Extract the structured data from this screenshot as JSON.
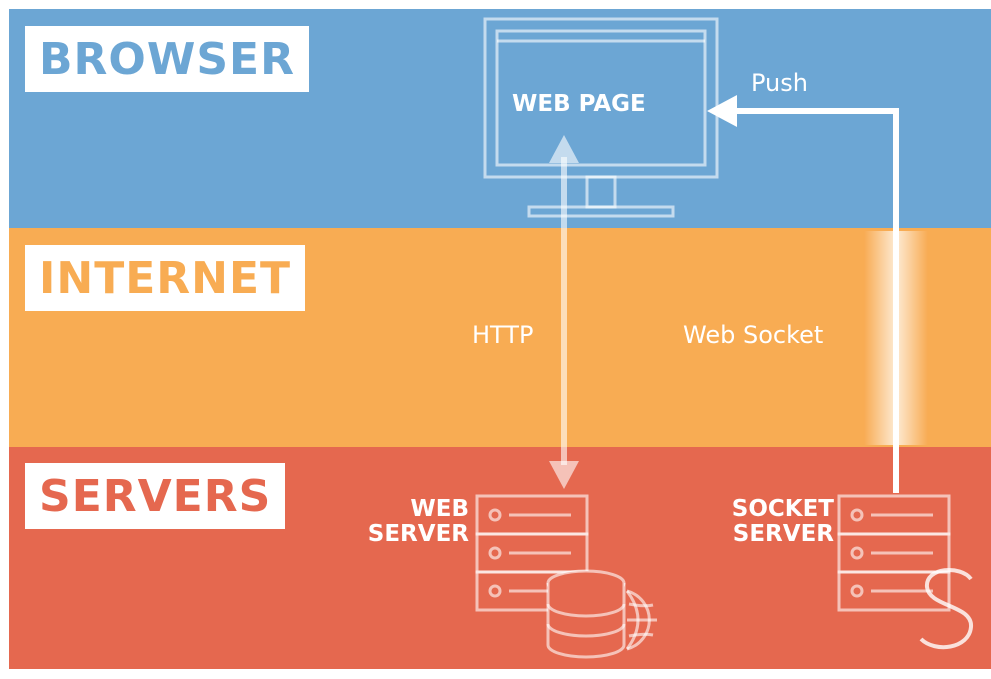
{
  "layers": {
    "browser": "BROWSER",
    "internet": "INTERNET",
    "servers": "SERVERS"
  },
  "nodes": {
    "web_page": "WEB PAGE",
    "web_server": [
      "WEB",
      "SERVER"
    ],
    "socket_server": [
      "SOCKET",
      "SERVER"
    ]
  },
  "connections": {
    "http": "HTTP",
    "web_socket": "Web Socket",
    "push": "Push"
  },
  "colors": {
    "browser": "#6ca6d4",
    "internet": "#f8ac53",
    "servers": "#e5684f",
    "line": "#ffffff"
  },
  "icons": [
    "monitor-icon",
    "server-icon",
    "database-icon",
    "globe-icon",
    "socket-s-icon"
  ]
}
